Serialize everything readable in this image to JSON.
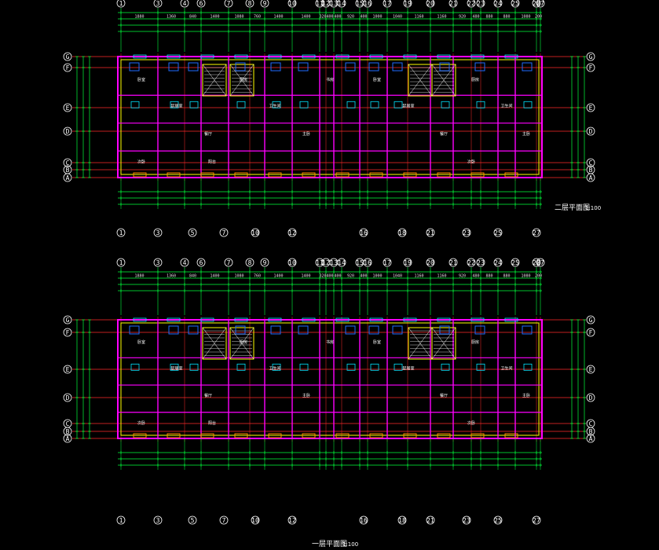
{
  "drawing": {
    "background": "#000000",
    "colors": {
      "grid": "#ff2a2a",
      "dim": "#00ff3c",
      "wall": "#ff00ff",
      "wall2": "#ffff00",
      "blue": "#1e6bff",
      "cyan": "#00e5ff",
      "text": "#ffffff",
      "orange": "#ff8a00"
    },
    "column_labels": [
      "1",
      "3",
      "4",
      "6",
      "7",
      "8",
      "9",
      "10",
      "11",
      "12",
      "13",
      "14",
      "15",
      "16",
      "17",
      "19",
      "20",
      "21",
      "22",
      "23",
      "24",
      "25",
      "26",
      "27"
    ],
    "bottom_column_labels": [
      "1",
      "3",
      "5",
      "7",
      "10",
      "12",
      "16",
      "18",
      "21",
      "23",
      "25",
      "27"
    ],
    "row_labels_top": [
      "G",
      "F",
      "E",
      "D",
      "C",
      "B",
      "A"
    ],
    "row_labels_bottom": [
      "G",
      "F",
      "E",
      "D",
      "C",
      "B",
      "A"
    ],
    "plans": [
      {
        "title": "二层平面图",
        "scale": "1:100",
        "rooms": [
          "卧室",
          "起居室",
          "餐厅",
          "厨房",
          "卫生间",
          "主卧",
          "次卧",
          "阳台",
          "书房",
          "卧室",
          "起居室",
          "餐厅",
          "厨房",
          "卫生间",
          "主卧",
          "次卧"
        ]
      },
      {
        "title": "一层平面图",
        "scale": "1:100",
        "rooms": [
          "卧室",
          "起居室",
          "餐厅",
          "厨房",
          "卫生间",
          "主卧",
          "次卧",
          "阳台",
          "书房",
          "卧室",
          "起居室",
          "餐厅",
          "厨房",
          "卫生间",
          "主卧",
          "次卧"
        ]
      }
    ]
  }
}
